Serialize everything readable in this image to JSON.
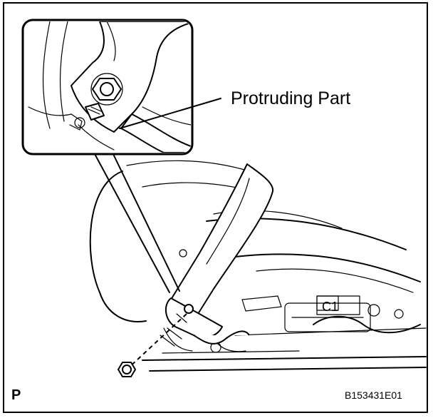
{
  "callout": {
    "text": "Protruding Part"
  },
  "corner_label": {
    "text": "P"
  },
  "figure_code": {
    "text": "B153431E01"
  },
  "part_marking": {
    "text": "C1"
  }
}
